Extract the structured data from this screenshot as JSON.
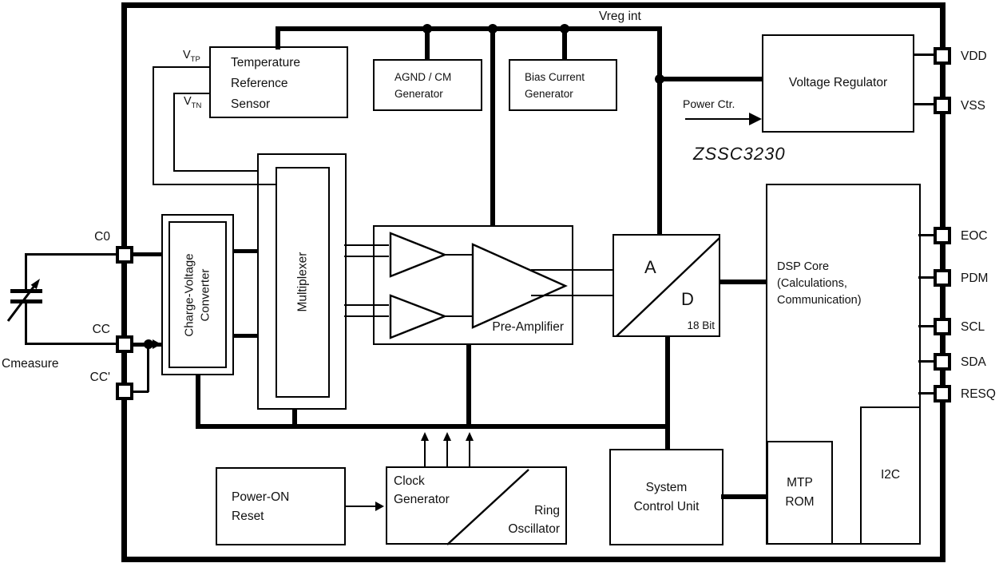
{
  "title": {
    "part_number": "ZSSC3230"
  },
  "labels": {
    "vreg_int": "Vreg int",
    "power_ctr": "Power Ctr.",
    "cmeasure": "Cmeasure",
    "vtp": {
      "base": "V",
      "sub": "TP"
    },
    "vtn": {
      "base": "V",
      "sub": "TN"
    }
  },
  "blocks": {
    "temp_sensor": {
      "lines": [
        "Temperature",
        "Reference",
        "Sensor"
      ]
    },
    "agnd_gen": {
      "lines": [
        "AGND / CM",
        "Generator"
      ]
    },
    "bias_gen": {
      "lines": [
        "Bias Current",
        "Generator"
      ]
    },
    "voltage_regulator": {
      "label": "Voltage Regulator"
    },
    "cv_converter": {
      "lines": [
        "Charge-Voltage",
        "Converter"
      ]
    },
    "multiplexer": {
      "label": "Multiplexer"
    },
    "pre_amplifier": {
      "label": "Pre-Amplifier"
    },
    "adc": {
      "analog": "A",
      "digital": "D",
      "resolution": "18 Bit"
    },
    "dsp_core": {
      "lines": [
        "DSP Core",
        "(Calculations,",
        "Communication)"
      ]
    },
    "mtp_rom": {
      "lines": [
        "MTP",
        "ROM"
      ]
    },
    "i2c": {
      "label": "I2C"
    },
    "system_control": {
      "lines": [
        "System",
        "Control Unit"
      ]
    },
    "power_on_reset": {
      "lines": [
        "Power-ON",
        "Reset"
      ]
    },
    "clock_gen": {
      "clock_lines": [
        "Clock",
        "Generator"
      ],
      "osc_lines": [
        "Ring",
        "Oscillator"
      ]
    }
  },
  "pins": {
    "left": [
      {
        "label": "C0"
      },
      {
        "label": "CC"
      },
      {
        "label": "CC'"
      }
    ],
    "right": [
      {
        "label": "VDD"
      },
      {
        "label": "VSS"
      },
      {
        "label": "EOC"
      },
      {
        "label": "PDM"
      },
      {
        "label": "SCL"
      },
      {
        "label": "SDA"
      },
      {
        "label": "RESQ"
      }
    ]
  },
  "colors": {
    "line": "#000000",
    "background": "#ffffff",
    "text": "#111111"
  }
}
